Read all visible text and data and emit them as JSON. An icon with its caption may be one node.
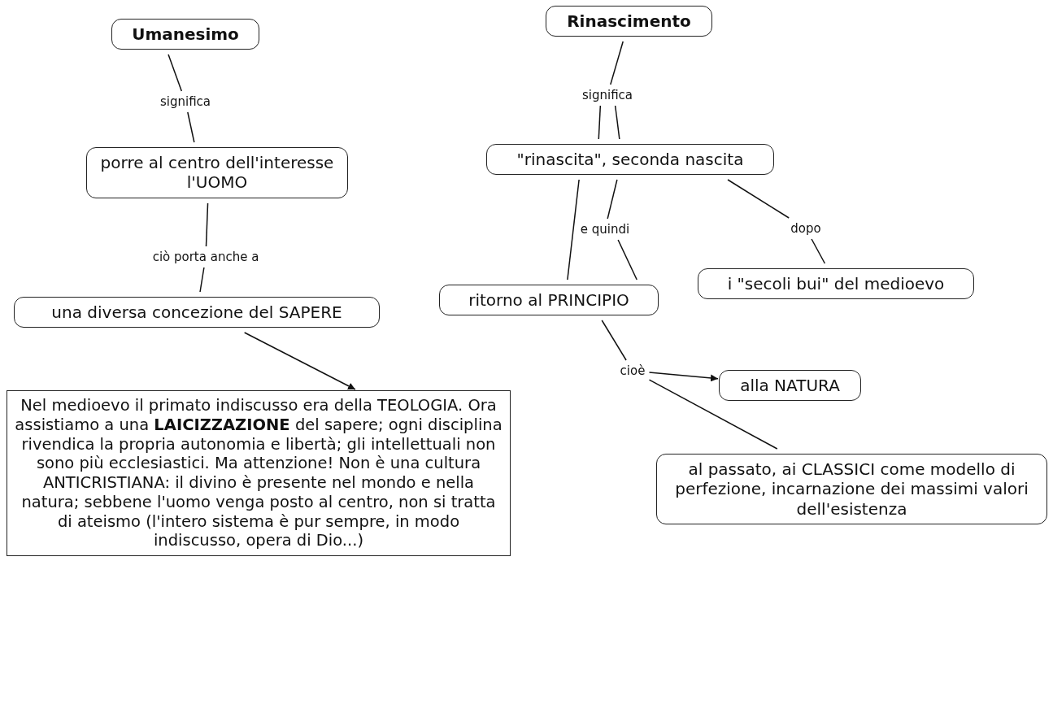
{
  "diagram": {
    "nodes": [
      {
        "text": [
          "Umanesimo"
        ]
      },
      {
        "text": [
          "significa"
        ]
      },
      {
        "text": [
          "porre al centro dell'interesse l'UOMO"
        ]
      },
      {
        "text": [
          "ciò porta anche a"
        ]
      },
      {
        "text": [
          "una diversa concezione del SAPERE"
        ]
      },
      {
        "text": [
          "Nel medioevo il primato indiscusso era della TEOLOGIA. Ora assistiamo a una **LAICIZZAZIONE** del sapere; ogni disciplina rivendica la propria autonomia e libertà; gli intellettuali non sono più ecclesiastici. Ma attenzione! Non è una cultura ANTICRISTIANA: il divino è presente nel mondo e nella natura; sebbene l'uomo venga posto al centro, non si tratta di ateismo (l'intero sistema è pur sempre, in modo indiscusso, opera di Dio...)"
        ]
      },
      {
        "text": [
          "Rinascimento"
        ]
      },
      {
        "text": [
          "significa"
        ]
      },
      {
        "text": [
          "\"rinascita\", seconda nascita"
        ]
      },
      {
        "text": [
          "e quindi"
        ]
      },
      {
        "text": [
          "dopo"
        ]
      },
      {
        "text": [
          "ritorno al PRINCIPIO"
        ]
      },
      {
        "text": [
          "i \"secoli bui\" del medioevo"
        ]
      },
      {
        "text": [
          "cioè"
        ]
      },
      {
        "text": [
          "alla NATURA"
        ]
      },
      {
        "text": [
          "al passato, ai CLASSICI come modello di perfezione, incarnazione dei massimi valori dell'esistenza"
        ]
      }
    ],
    "edges": [
      {
        "from": 0,
        "to": 1,
        "arrow": "none"
      },
      {
        "from": 1,
        "to": 2,
        "arrow": "none"
      },
      {
        "from": 2,
        "to": 3,
        "arrow": "none"
      },
      {
        "from": 3,
        "to": 4,
        "arrow": "none"
      },
      {
        "from": 4,
        "to": 5,
        "arrow": "to"
      },
      {
        "from": 6,
        "to": 7,
        "arrow": "none"
      },
      {
        "from": 7,
        "to": 8,
        "arrow": "none"
      },
      {
        "from": 7,
        "to": 8,
        "arrow": "none"
      },
      {
        "from": 8,
        "to": 9,
        "arrow": "none"
      },
      {
        "from": 9,
        "to": 11,
        "arrow": "none"
      },
      {
        "from": 8,
        "to": 11,
        "arrow": "none"
      },
      {
        "from": 8,
        "to": 10,
        "arrow": "none"
      },
      {
        "from": 10,
        "to": 12,
        "arrow": "none"
      },
      {
        "from": 11,
        "to": 13,
        "arrow": "none"
      },
      {
        "from": 13,
        "to": 14,
        "arrow": "to"
      },
      {
        "from": 13,
        "to": 15,
        "arrow": "none"
      }
    ]
  }
}
